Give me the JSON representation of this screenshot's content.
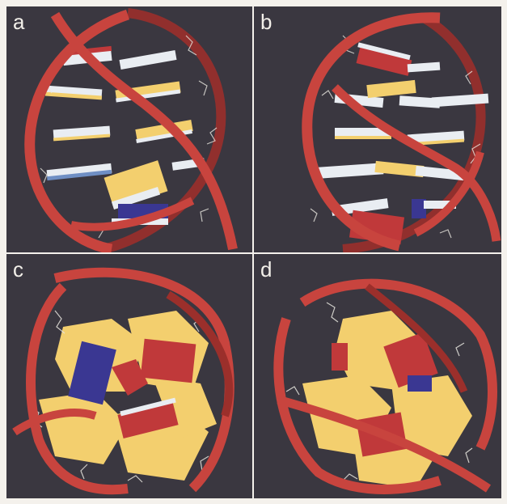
{
  "figure": {
    "panels": [
      {
        "id": "a",
        "label": "a"
      },
      {
        "id": "b",
        "label": "b"
      },
      {
        "id": "c",
        "label": "c"
      },
      {
        "id": "d",
        "label": "d"
      }
    ]
  },
  "colors": {
    "background": "#3a3740",
    "ribbon": "#c8443e",
    "ribbon_dark": "#9b2f2b",
    "base_yellow": "#f3cf6e",
    "base_red": "#c0393a",
    "base_blue": "#3a3792",
    "base_white": "#e9edf2",
    "wire": "#e8e6df"
  },
  "icons": [
    "dna-double-helix-ribbon",
    "nucleotide-base-slab",
    "backbone-wire"
  ]
}
